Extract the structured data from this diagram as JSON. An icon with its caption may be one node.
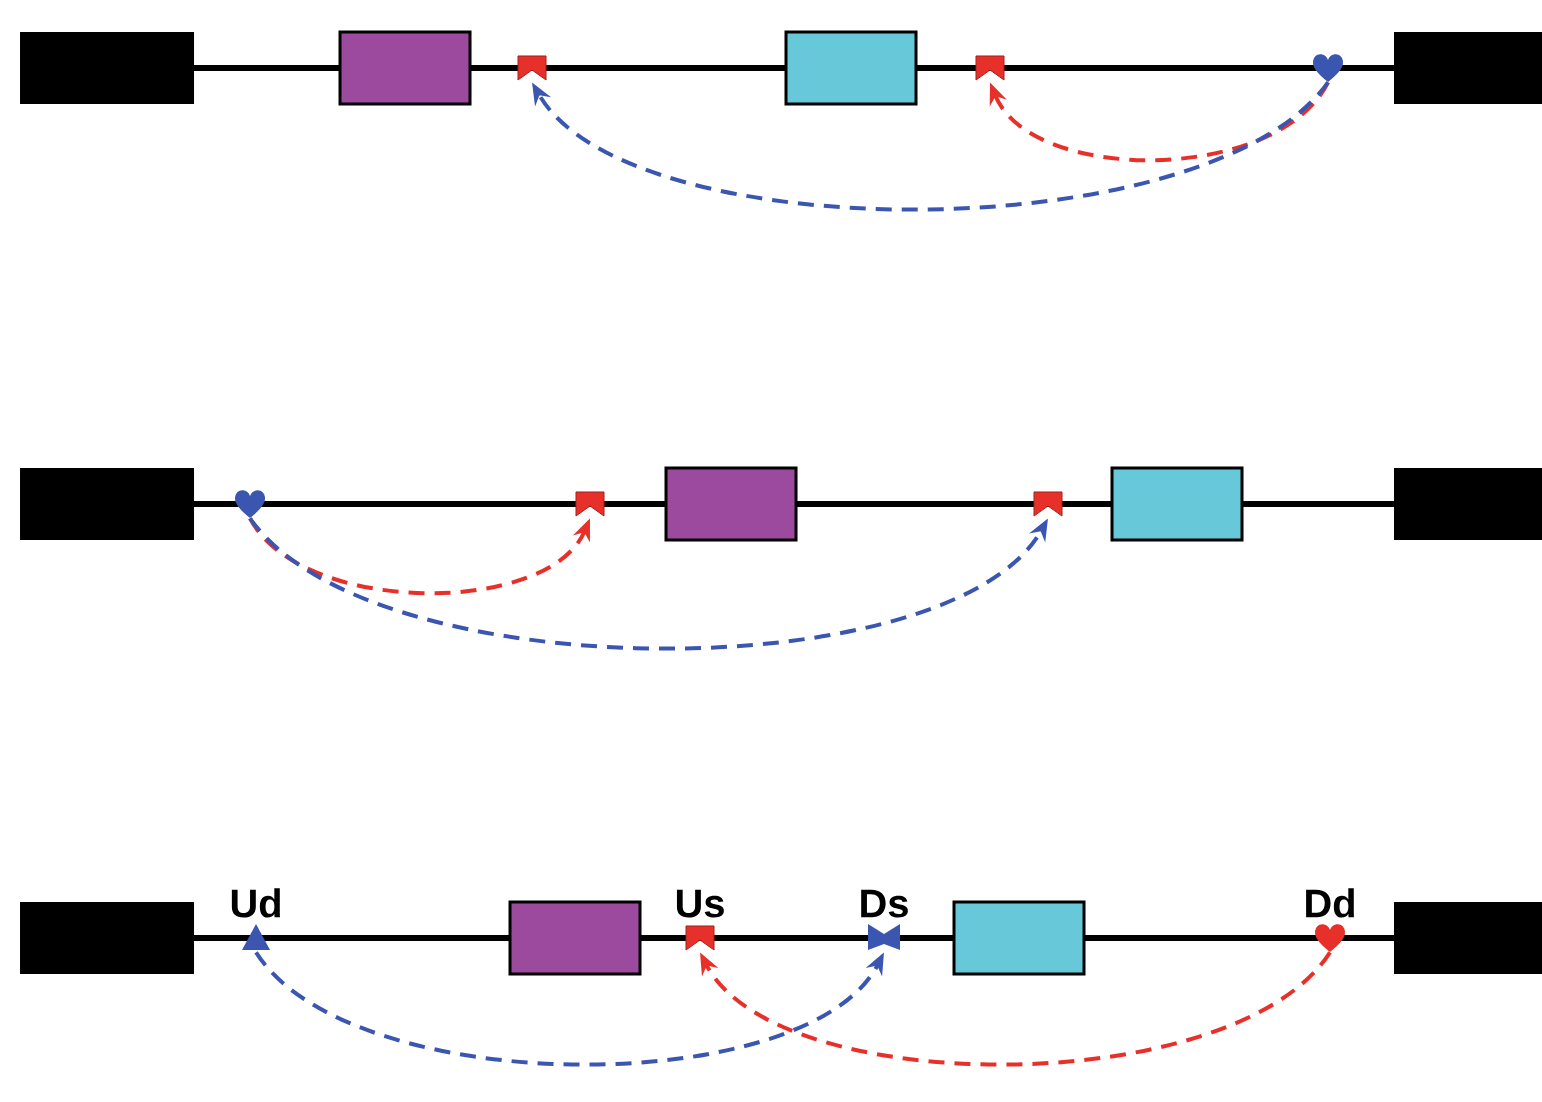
{
  "diagram": {
    "nodes": [
      {
        "text": [],
        "shape": "flag"
      },
      {
        "text": [],
        "shape": "flag"
      },
      {
        "text": [],
        "shape": "heart"
      },
      {
        "text": [],
        "shape": "heart"
      },
      {
        "text": [],
        "shape": "flag"
      },
      {
        "text": [],
        "shape": "flag"
      },
      {
        "text": [],
        "shape": "triangle",
        "beside": [
          "Ud"
        ]
      },
      {
        "text": [],
        "shape": "flag",
        "beside": [
          "Us"
        ]
      },
      {
        "text": [],
        "shape": "bowtie",
        "beside": [
          "Ds"
        ]
      },
      {
        "text": [],
        "shape": "heart",
        "beside": [
          "Dd"
        ]
      }
    ],
    "edges": [
      {
        "from": 2,
        "to": 1,
        "arrow": "to",
        "style": "dashed",
        "color": "#e8302a"
      },
      {
        "from": 2,
        "to": 0,
        "arrow": "to",
        "style": "dashed",
        "color": "#3a56b0"
      },
      {
        "from": 3,
        "to": 4,
        "arrow": "to",
        "style": "dashed",
        "color": "#e8302a"
      },
      {
        "from": 3,
        "to": 5,
        "arrow": "to",
        "style": "dashed",
        "color": "#3a56b0"
      },
      {
        "from": 6,
        "to": 8,
        "arrow": "to",
        "style": "dashed",
        "color": "#3a56b0"
      },
      {
        "from": 9,
        "to": 7,
        "arrow": "to",
        "style": "dashed",
        "color": "#e8302a"
      }
    ]
  }
}
